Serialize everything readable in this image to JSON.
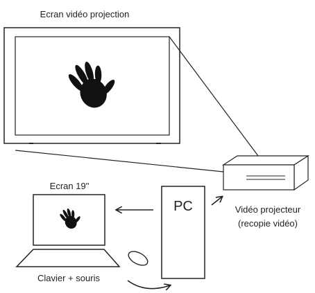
{
  "labels": {
    "projection_screen": "Ecran vidéo projection",
    "monitor": "Ecran 19\"",
    "pc": "PC",
    "projector_line1": "Vidéo projecteur",
    "projector_line2": "(recopie vidéo)",
    "keyboard_mouse": "Clavier + souris"
  },
  "icons": {
    "large_screen_content": "hand-icon",
    "monitor_content": "hand-icon"
  },
  "colors": {
    "stroke": "#222222",
    "hand_fill": "#111111",
    "background": "#ffffff"
  }
}
